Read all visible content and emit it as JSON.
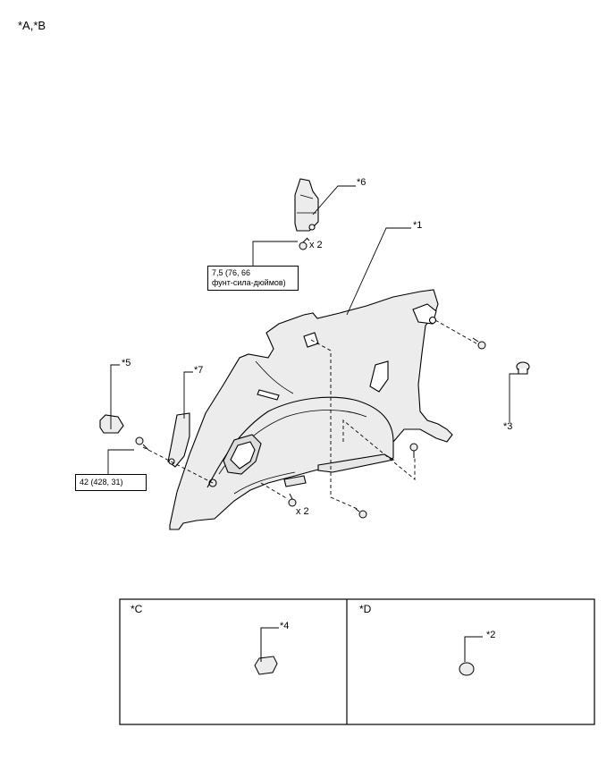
{
  "header": {
    "label": "*A,*B"
  },
  "callouts": {
    "c1": "*1",
    "c2": "*2",
    "c3": "*3",
    "c4": "*4",
    "c5": "*5",
    "c6": "*6",
    "c7": "*7"
  },
  "quantities": {
    "q_top": "x 2",
    "q_bottom": "x 2"
  },
  "torque": {
    "top_line1": "7,5 (76, 66",
    "top_line2": "фунт-сила-дюймов)",
    "bottom": "42 (428, 31)"
  },
  "inset": {
    "left_label": "*C",
    "right_label": "*D"
  }
}
